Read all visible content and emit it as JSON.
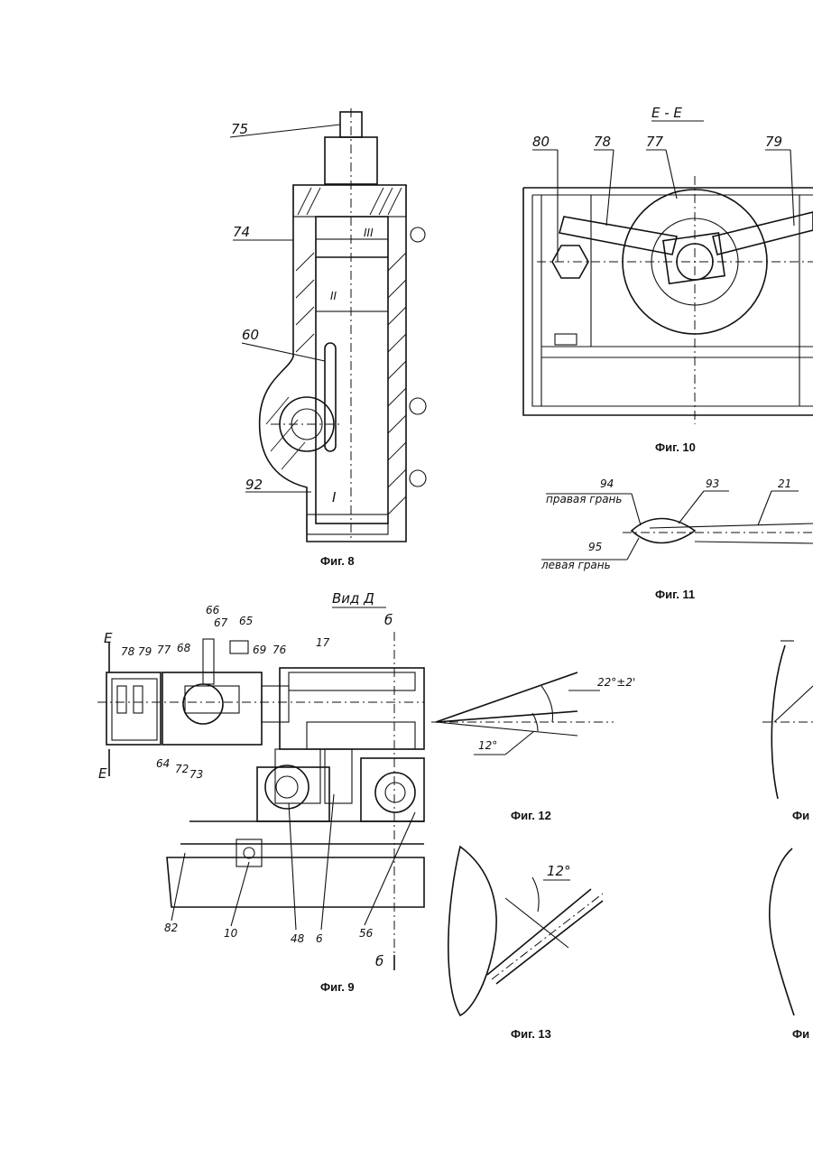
{
  "figures": {
    "fig8": {
      "caption": "Фиг. 8",
      "labels": [
        "75",
        "74",
        "60",
        "92",
        "III",
        "II",
        "I"
      ]
    },
    "fig9": {
      "caption": "Фиг. 9",
      "title": "Вид Д",
      "labels": [
        "78",
        "79",
        "77",
        "68",
        "66",
        "67",
        "65",
        "69",
        "76",
        "17",
        "64",
        "72",
        "73",
        "82",
        "10",
        "48",
        "6",
        "56"
      ],
      "section_marks": [
        "Е",
        "Е",
        "б",
        "б"
      ]
    },
    "fig10": {
      "caption": "Фиг. 10",
      "title": "Е - Е",
      "labels": [
        "80",
        "78",
        "77",
        "79"
      ]
    },
    "fig11": {
      "caption": "Фиг. 11",
      "labels": [
        "94",
        "правая грань",
        "93",
        "21",
        "95",
        "левая грань"
      ]
    },
    "fig12": {
      "caption": "Фиг. 12",
      "labels": [
        "22°±2'",
        "12°"
      ]
    },
    "fig13": {
      "caption": "Фиг. 13",
      "labels": [
        "12°"
      ]
    },
    "fig_right_top": {
      "caption": "Фи"
    },
    "fig_right_bottom": {
      "caption": "Фи"
    }
  }
}
